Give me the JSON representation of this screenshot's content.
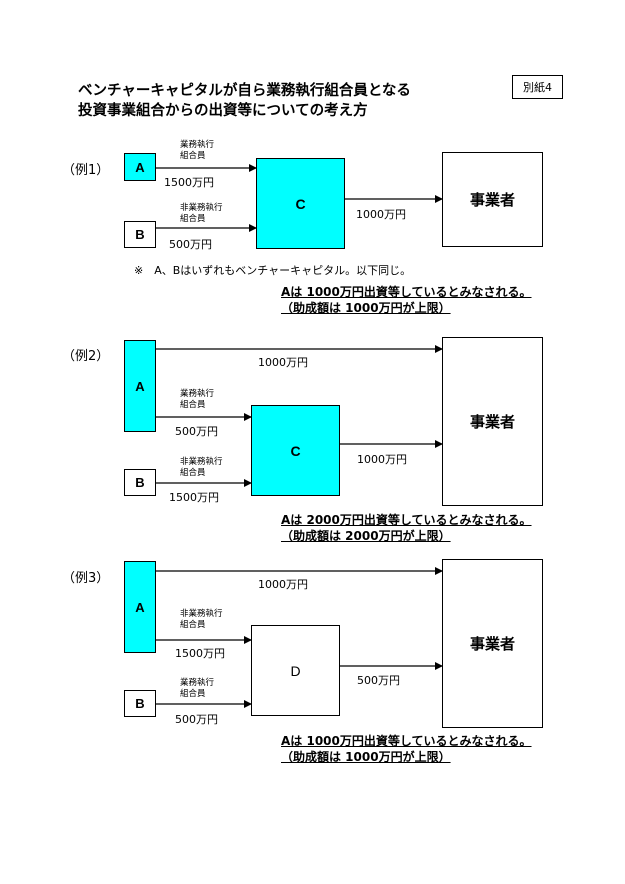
{
  "header": {
    "title_line1": "ベンチャーキャピタルが自ら業務執行組合員となる",
    "title_line2": "投資事業組合からの出資等についての考え方",
    "badge": "別紙4"
  },
  "examples": [
    {
      "label": "（例1）",
      "box_a": "A",
      "box_b": "B",
      "box_mid": "C",
      "box_biz": "事業者",
      "role_a_line1": "業務執行",
      "role_a_line2": "組合員",
      "role_b_line1": "非業務執行",
      "role_b_line2": "組合員",
      "amt_a": "1500万円",
      "amt_b": "500万円",
      "amt_mid": "1000万円",
      "conclusion_line1": "Aは 1000万円出資等しているとみなされる。",
      "conclusion_line2": "（助成額は 1000万円が上限）"
    },
    {
      "label": "（例2）",
      "box_a": "A",
      "box_b": "B",
      "box_mid": "C",
      "box_biz": "事業者",
      "amt_direct": "1000万円",
      "role_a_line1": "業務執行",
      "role_a_line2": "組合員",
      "role_b_line1": "非業務執行",
      "role_b_line2": "組合員",
      "amt_a": "500万円",
      "amt_b": "1500万円",
      "amt_mid": "1000万円",
      "conclusion_line1": "Aは 2000万円出資等しているとみなされる。",
      "conclusion_line2": "（助成額は 2000万円が上限）"
    },
    {
      "label": "（例3）",
      "box_a": "A",
      "box_b": "B",
      "box_mid": "D",
      "box_biz": "事業者",
      "amt_direct": "1000万円",
      "role_a_line1": "非業務執行",
      "role_a_line2": "組合員",
      "role_b_line1": "業務執行",
      "role_b_line2": "組合員",
      "amt_a": "1500万円",
      "amt_b": "500万円",
      "amt_mid": "500万円",
      "conclusion_line1": "Aは 1000万円出資等しているとみなされる。",
      "conclusion_line2": "（助成額は 1000万円が上限）"
    }
  ],
  "note": "※　A、Bはいずれもベンチャーキャピタル。以下同じ。"
}
